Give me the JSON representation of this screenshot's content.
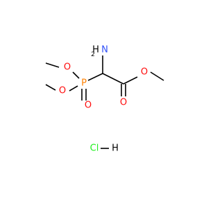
{
  "molecule": {
    "labels": {
      "amine": {
        "main": "N",
        "sub": "H",
        "subscript": "2"
      },
      "phosphorus": "P",
      "p_oxo": "O",
      "p_ome_upper": "O",
      "p_ome_lower": "O",
      "ester_o": "O",
      "carbonyl_o": "O",
      "salt_cl": "Cl",
      "salt_h": "H"
    },
    "colors": {
      "N": "#3050F8",
      "O": "#FF0D0D",
      "P": "#FF8000",
      "Cl": "#1FF01F",
      "bond": "#000000"
    }
  }
}
